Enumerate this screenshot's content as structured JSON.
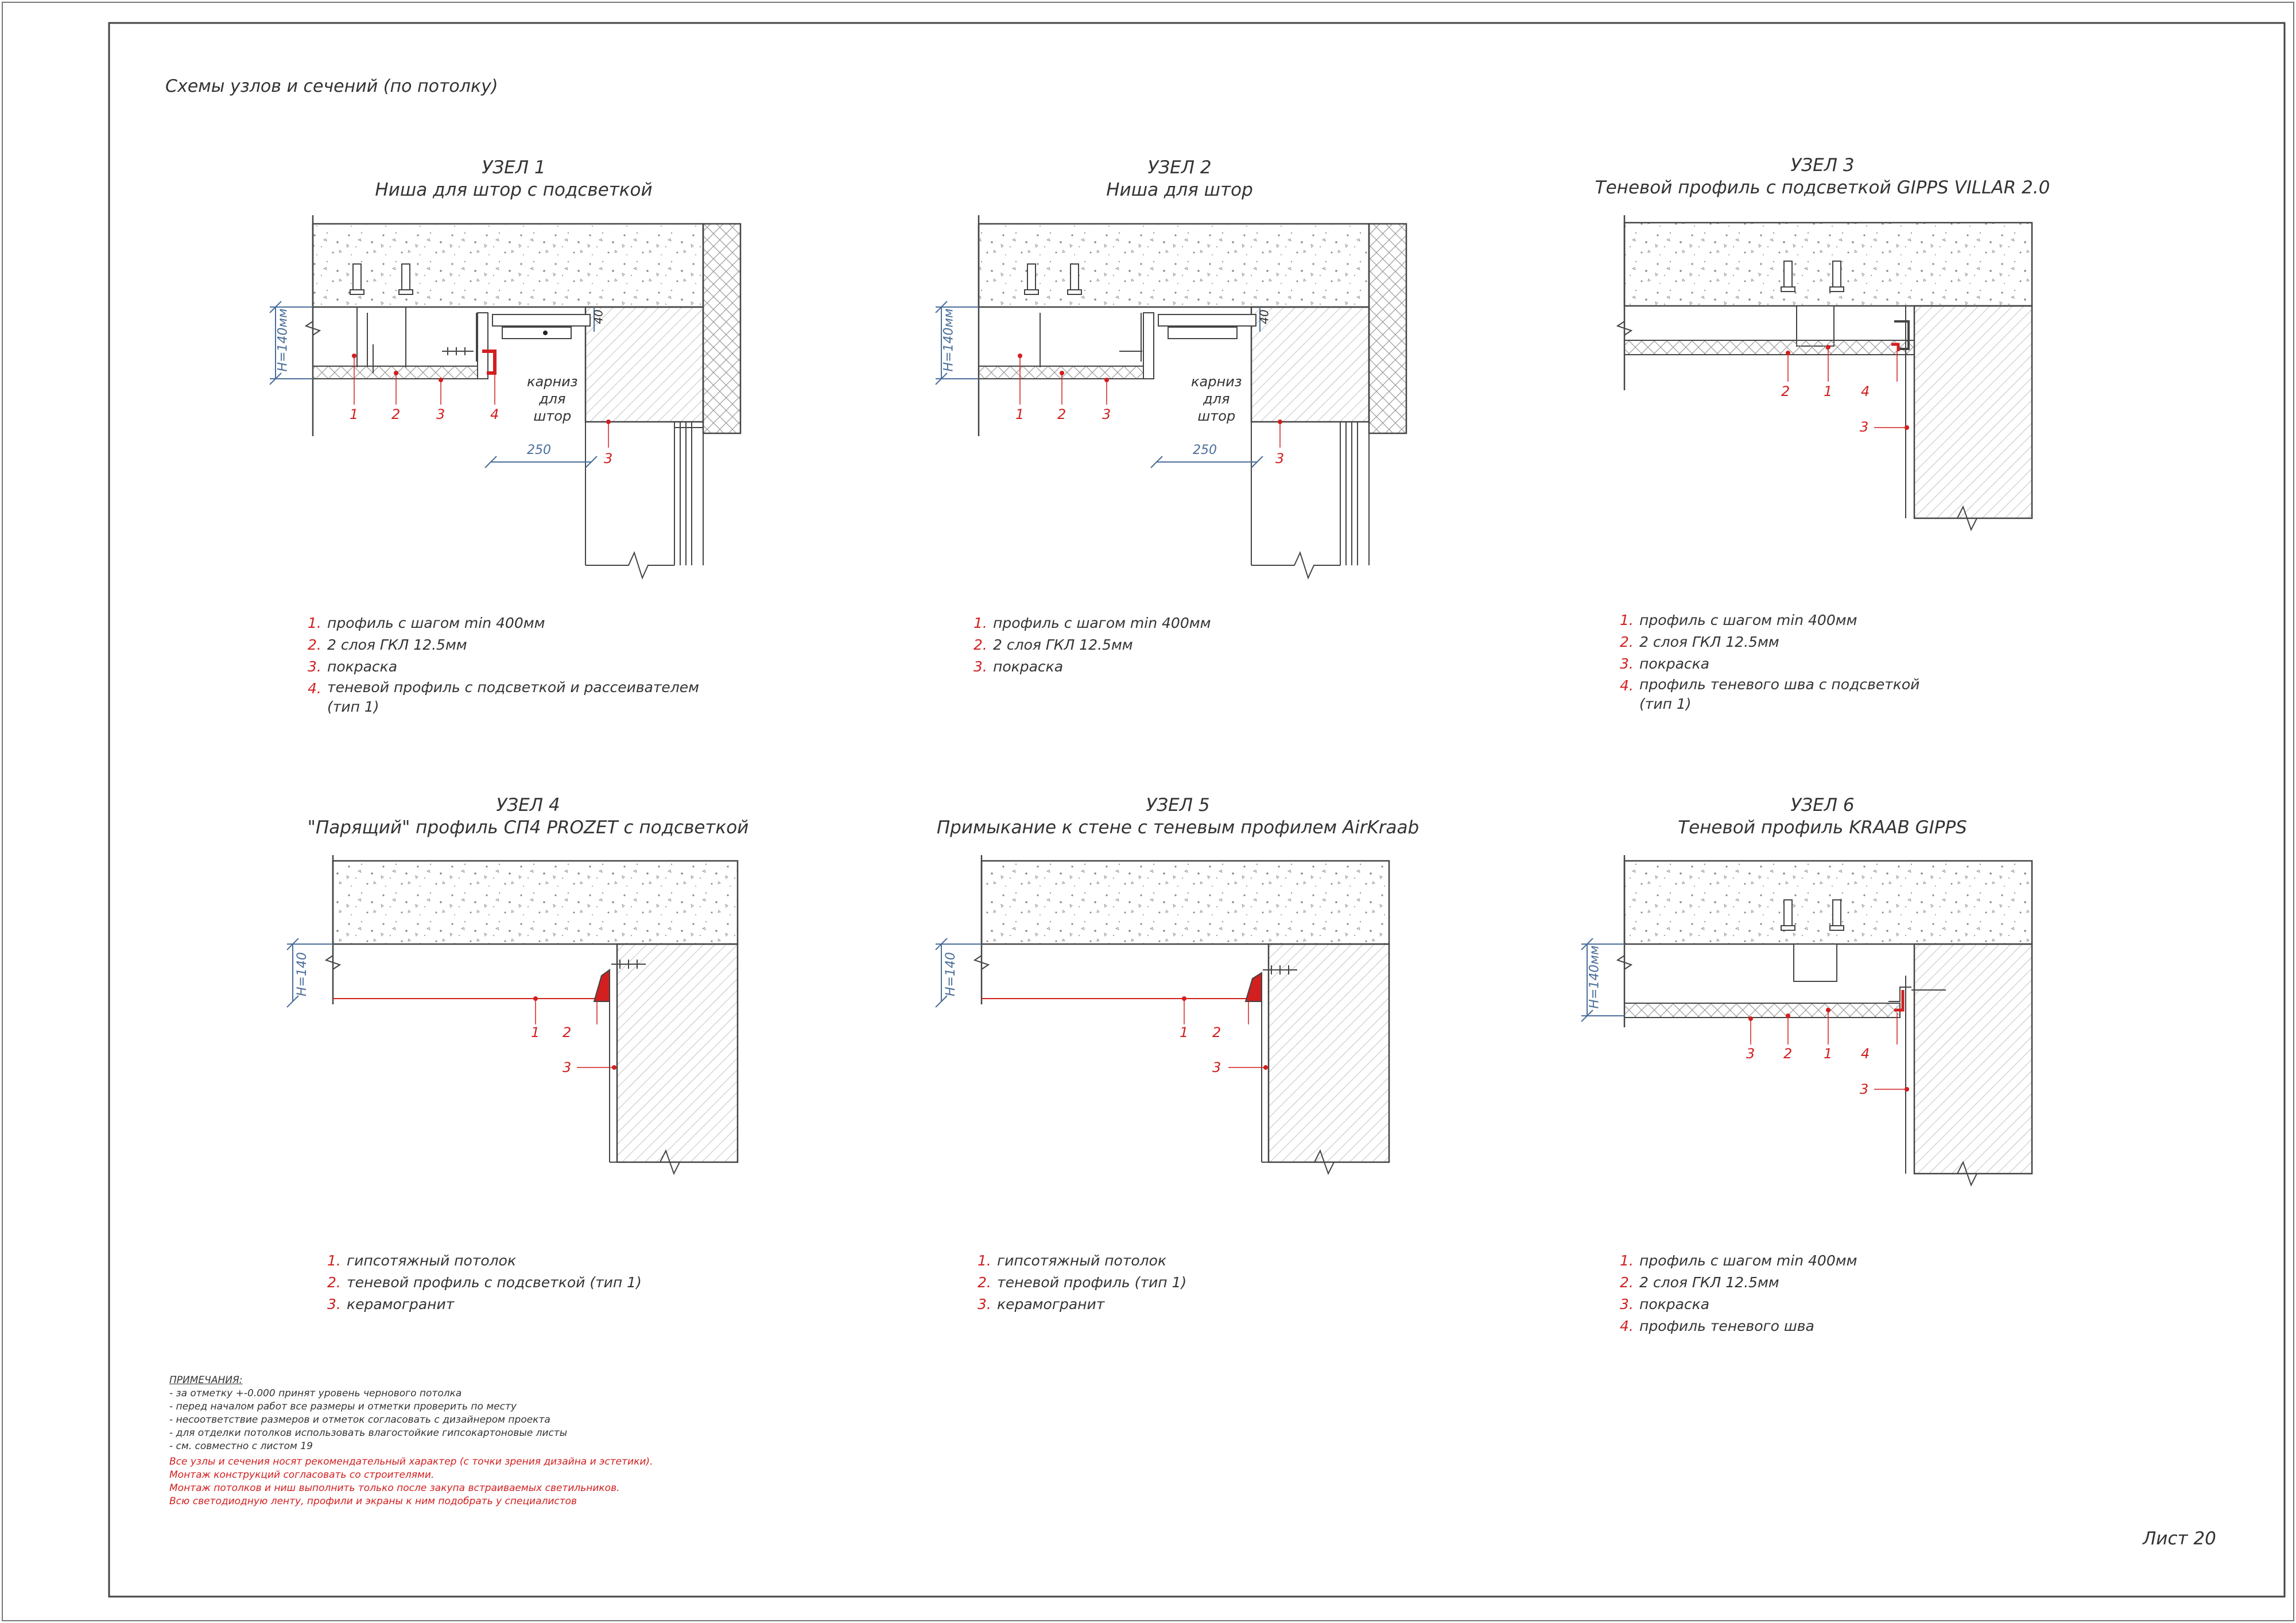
{
  "page": {
    "heading": "Схемы узлов и сечений (по потолку)",
    "sheet_number": "Лист 20"
  },
  "accent_color": "#d21f1f",
  "nodes": [
    {
      "title": "УЗЕЛ 1",
      "subtitle": "Ниша для штор с подсветкой",
      "height_label": "H=140мм",
      "niche_label": "карниз\nдля\nштор",
      "dim_width": "250",
      "dim_depth": "40",
      "callouts": [
        "1",
        "2",
        "3",
        "4",
        "3"
      ],
      "legend": [
        {
          "n": "1.",
          "text": "профиль с шагом min 400мм"
        },
        {
          "n": "2.",
          "text": "2 слоя ГКЛ 12.5мм"
        },
        {
          "n": "3.",
          "text": "покраска"
        },
        {
          "n": "4.",
          "text": "теневой профиль с подсветкой и рассеивателем\n(тип 1)"
        }
      ]
    },
    {
      "title": "УЗЕЛ 2",
      "subtitle": "Ниша для штор",
      "height_label": "H=140мм",
      "niche_label": "карниз\nдля\nштор",
      "dim_width": "250",
      "dim_depth": "40",
      "callouts": [
        "1",
        "2",
        "3",
        "3"
      ],
      "legend": [
        {
          "n": "1.",
          "text": "профиль с шагом min 400мм"
        },
        {
          "n": "2.",
          "text": "2 слоя ГКЛ 12.5мм"
        },
        {
          "n": "3.",
          "text": "покраска"
        }
      ]
    },
    {
      "title": "УЗЕЛ 3",
      "subtitle": "Теневой профиль с подсветкой GIPPS VILLAR 2.0",
      "callouts": [
        "2",
        "1",
        "4",
        "3"
      ],
      "legend": [
        {
          "n": "1.",
          "text": "профиль с шагом min 400мм"
        },
        {
          "n": "2.",
          "text": "2 слоя ГКЛ 12.5мм"
        },
        {
          "n": "3.",
          "text": "покраска"
        },
        {
          "n": "4.",
          "text": "профиль теневого шва с подсветкой\n(тип 1)"
        }
      ]
    },
    {
      "title": "УЗЕЛ 4",
      "subtitle": "\"Парящий\" профиль СП4 PROZET с подсветкой",
      "height_label": "H=140",
      "callouts": [
        "1",
        "2",
        "3"
      ],
      "legend": [
        {
          "n": "1.",
          "text": "гипсотяжный потолок"
        },
        {
          "n": "2.",
          "text": "теневой профиль с подсветкой (тип 1)"
        },
        {
          "n": "3.",
          "text": "керамогранит"
        }
      ]
    },
    {
      "title": "УЗЕЛ 5",
      "subtitle": "Примыкание к стене с теневым профилем AirKraab",
      "height_label": "H=140",
      "callouts": [
        "1",
        "2",
        "3"
      ],
      "legend": [
        {
          "n": "1.",
          "text": "гипсотяжный потолок"
        },
        {
          "n": "2.",
          "text": "теневой профиль (тип 1)"
        },
        {
          "n": "3.",
          "text": "керамогранит"
        }
      ]
    },
    {
      "title": "УЗЕЛ 6",
      "subtitle": "Теневой профиль KRAAB GIPPS",
      "height_label": "H=140мм",
      "callouts": [
        "3",
        "2",
        "1",
        "4",
        "3"
      ],
      "legend": [
        {
          "n": "1.",
          "text": "профиль с шагом min 400мм"
        },
        {
          "n": "2.",
          "text": "2 слоя ГКЛ 12.5мм"
        },
        {
          "n": "3.",
          "text": "покраска"
        },
        {
          "n": "4.",
          "text": "профиль теневого шва"
        }
      ]
    }
  ],
  "notes": {
    "title": "ПРИМЕЧАНИЯ:",
    "items": [
      "- за отметку +-0.000 принят уровень чернового потолка",
      "- перед началом работ все размеры и отметки проверить по месту",
      "- несоответствие размеров и отметок согласовать с дизайнером проекта",
      "- для отделки потолков использовать влагостойкие гипсокартоновые листы",
      "- см. совместно с листом 19"
    ],
    "warnings": [
      "Все узлы и сечения носят рекомендательный характер (с точки зрения дизайна и эстетики).",
      "Монтаж конструкций согласовать со строителями.",
      "Монтаж потолков и ниш выполнить только после закупа встраиваемых светильников.",
      "Всю светодиодную ленту, профили и экраны к ним подобрать у специалистов"
    ]
  }
}
